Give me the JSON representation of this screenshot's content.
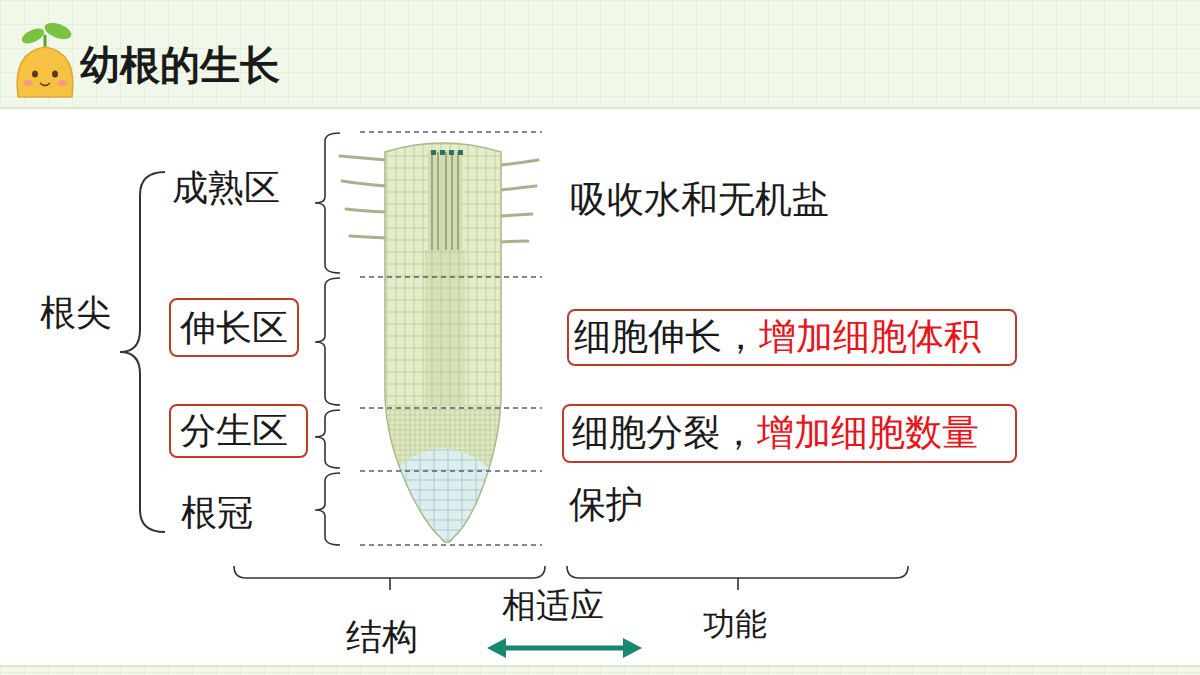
{
  "diagram": {
    "title": "幼根的生长",
    "nodes": [
      {
        "text": [
          "伸长区"
        ]
      },
      {
        "text": [
          "细胞伸长，",
          "增加细胞体积"
        ]
      },
      {
        "text": [
          "分生区"
        ]
      },
      {
        "text": [
          "细胞分裂，",
          "增加细胞数量"
        ]
      }
    ],
    "labels": [
      "成熟区",
      "根冠",
      "根尖",
      "吸收水和无机盐",
      "保护",
      "结构",
      "相适应",
      "功能"
    ]
  }
}
